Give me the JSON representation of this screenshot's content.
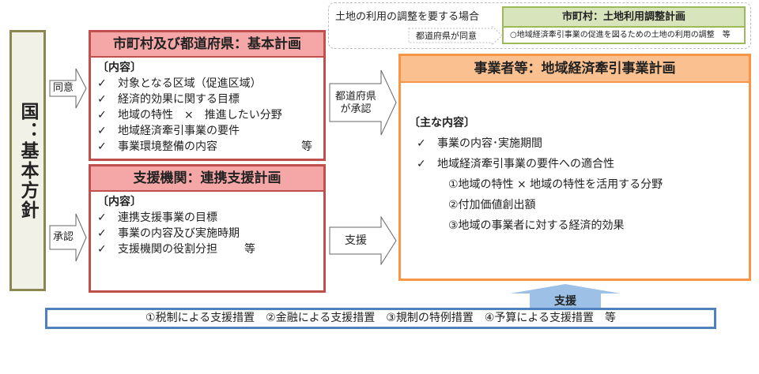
{
  "national": {
    "title": "国：基本方針"
  },
  "arrows": {
    "consent": "同意",
    "approval": "承認",
    "prefecture_approval": "都道府県が承認",
    "support": "支援",
    "support_up": "支援"
  },
  "basic_plan": {
    "title": "市町村及び都道府県：基本計画",
    "section": "〔内容〕",
    "check": "✓",
    "items": [
      "対象となる区域（促進区域）",
      "経済的効果に関する目標",
      "地域の特性　×　推進したい分野",
      "地域経済牽引事業の要件",
      "事業環境整備の内容"
    ],
    "etc": "等"
  },
  "support_plan": {
    "title": "支援機関：連携支援計画",
    "section": "〔内容〕",
    "check": "✓",
    "items": [
      "連携支援事業の目標",
      "事業の内容及び実施時期",
      "支援機関の役割分担"
    ],
    "etc": "等"
  },
  "business_plan": {
    "title": "事業者等：地域経済牽引事業計画",
    "section": "〔主な内容〕",
    "check": "✓",
    "items": [
      "事業の内容･実施期間",
      "地域経済牽引事業の要件への適合性"
    ],
    "subitems": [
      "①地域の特性 × 地域の特性を活用する分野",
      "②付加価値創出額",
      "③地域の事業者に対する経済的効果"
    ]
  },
  "land_use": {
    "condition": "土地の利用の調整を要する場合",
    "consent": "都道府県が同意",
    "title": "市町村：土地利用調整計画",
    "content": "○地域経済牽引事業の促進を図るための土地の利用の調整　等"
  },
  "measures": {
    "text": "①税制による支援措置　②金融による支援措置　③規制の特例措置　④予算による支援措置　等"
  },
  "colors": {
    "red": "#c0504d",
    "orange": "#f79646",
    "green": "#9bbb59",
    "blue": "#4f81bd"
  }
}
